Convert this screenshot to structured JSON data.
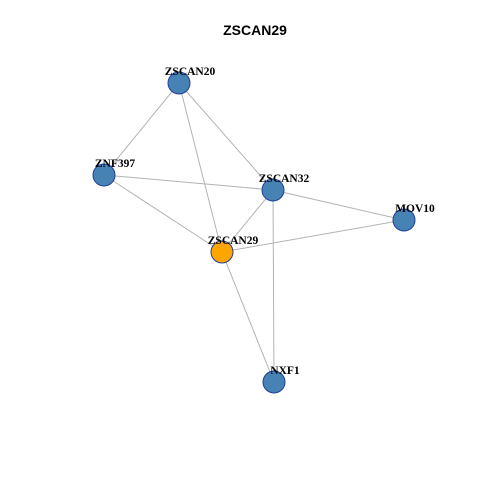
{
  "title": "ZSCAN29",
  "colors": {
    "default_node": "#4682b4",
    "focus_node": "#ffa500",
    "edge": "#b3b3b3",
    "node_border": "#1f3f9a"
  },
  "nodes": [
    {
      "id": "ZSCAN20",
      "label": "ZSCAN20",
      "focus": false
    },
    {
      "id": "ZNF397",
      "label": "ZNF397",
      "focus": false
    },
    {
      "id": "ZSCAN32",
      "label": "ZSCAN32",
      "focus": false
    },
    {
      "id": "MOV10",
      "label": "MOV10",
      "focus": false
    },
    {
      "id": "ZSCAN29",
      "label": "ZSCAN29",
      "focus": true
    },
    {
      "id": "NXF1",
      "label": "NXF1",
      "focus": false
    }
  ],
  "edges": [
    [
      "ZSCAN20",
      "ZNF397"
    ],
    [
      "ZSCAN20",
      "ZSCAN32"
    ],
    [
      "ZSCAN20",
      "ZSCAN29"
    ],
    [
      "ZNF397",
      "ZSCAN32"
    ],
    [
      "ZNF397",
      "ZSCAN29"
    ],
    [
      "ZSCAN32",
      "ZSCAN29"
    ],
    [
      "ZSCAN32",
      "MOV10"
    ],
    [
      "ZSCAN32",
      "NXF1"
    ],
    [
      "ZSCAN29",
      "MOV10"
    ],
    [
      "ZSCAN29",
      "NXF1"
    ]
  ]
}
